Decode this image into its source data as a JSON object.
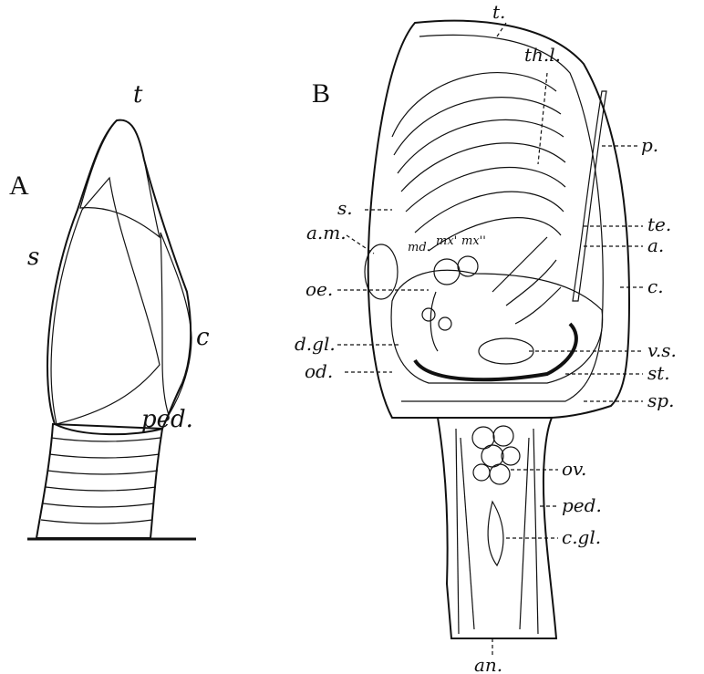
{
  "figure": {
    "panel_a": {
      "letter": "A",
      "labels": {
        "t": "t",
        "s": "s",
        "c": "c",
        "ped": "ped."
      }
    },
    "panel_b": {
      "letter": "B",
      "labels": {
        "t": "t.",
        "thl": "th.l.",
        "p": "p.",
        "s": "s.",
        "am": "a.m.",
        "md": "md.",
        "mx1": "mx'",
        "mx2": "mx''",
        "te": "te.",
        "a": "a.",
        "c": "c.",
        "oe": "oe.",
        "dgl": "d.gl.",
        "vs": "v.s.",
        "od": "od.",
        "st": "st.",
        "sp": "sp.",
        "ov": "ov.",
        "ped": "ped.",
        "cgl": "c.gl.",
        "an": "an."
      }
    },
    "colors": {
      "ink": "#111111",
      "paper": "#ffffff"
    }
  }
}
